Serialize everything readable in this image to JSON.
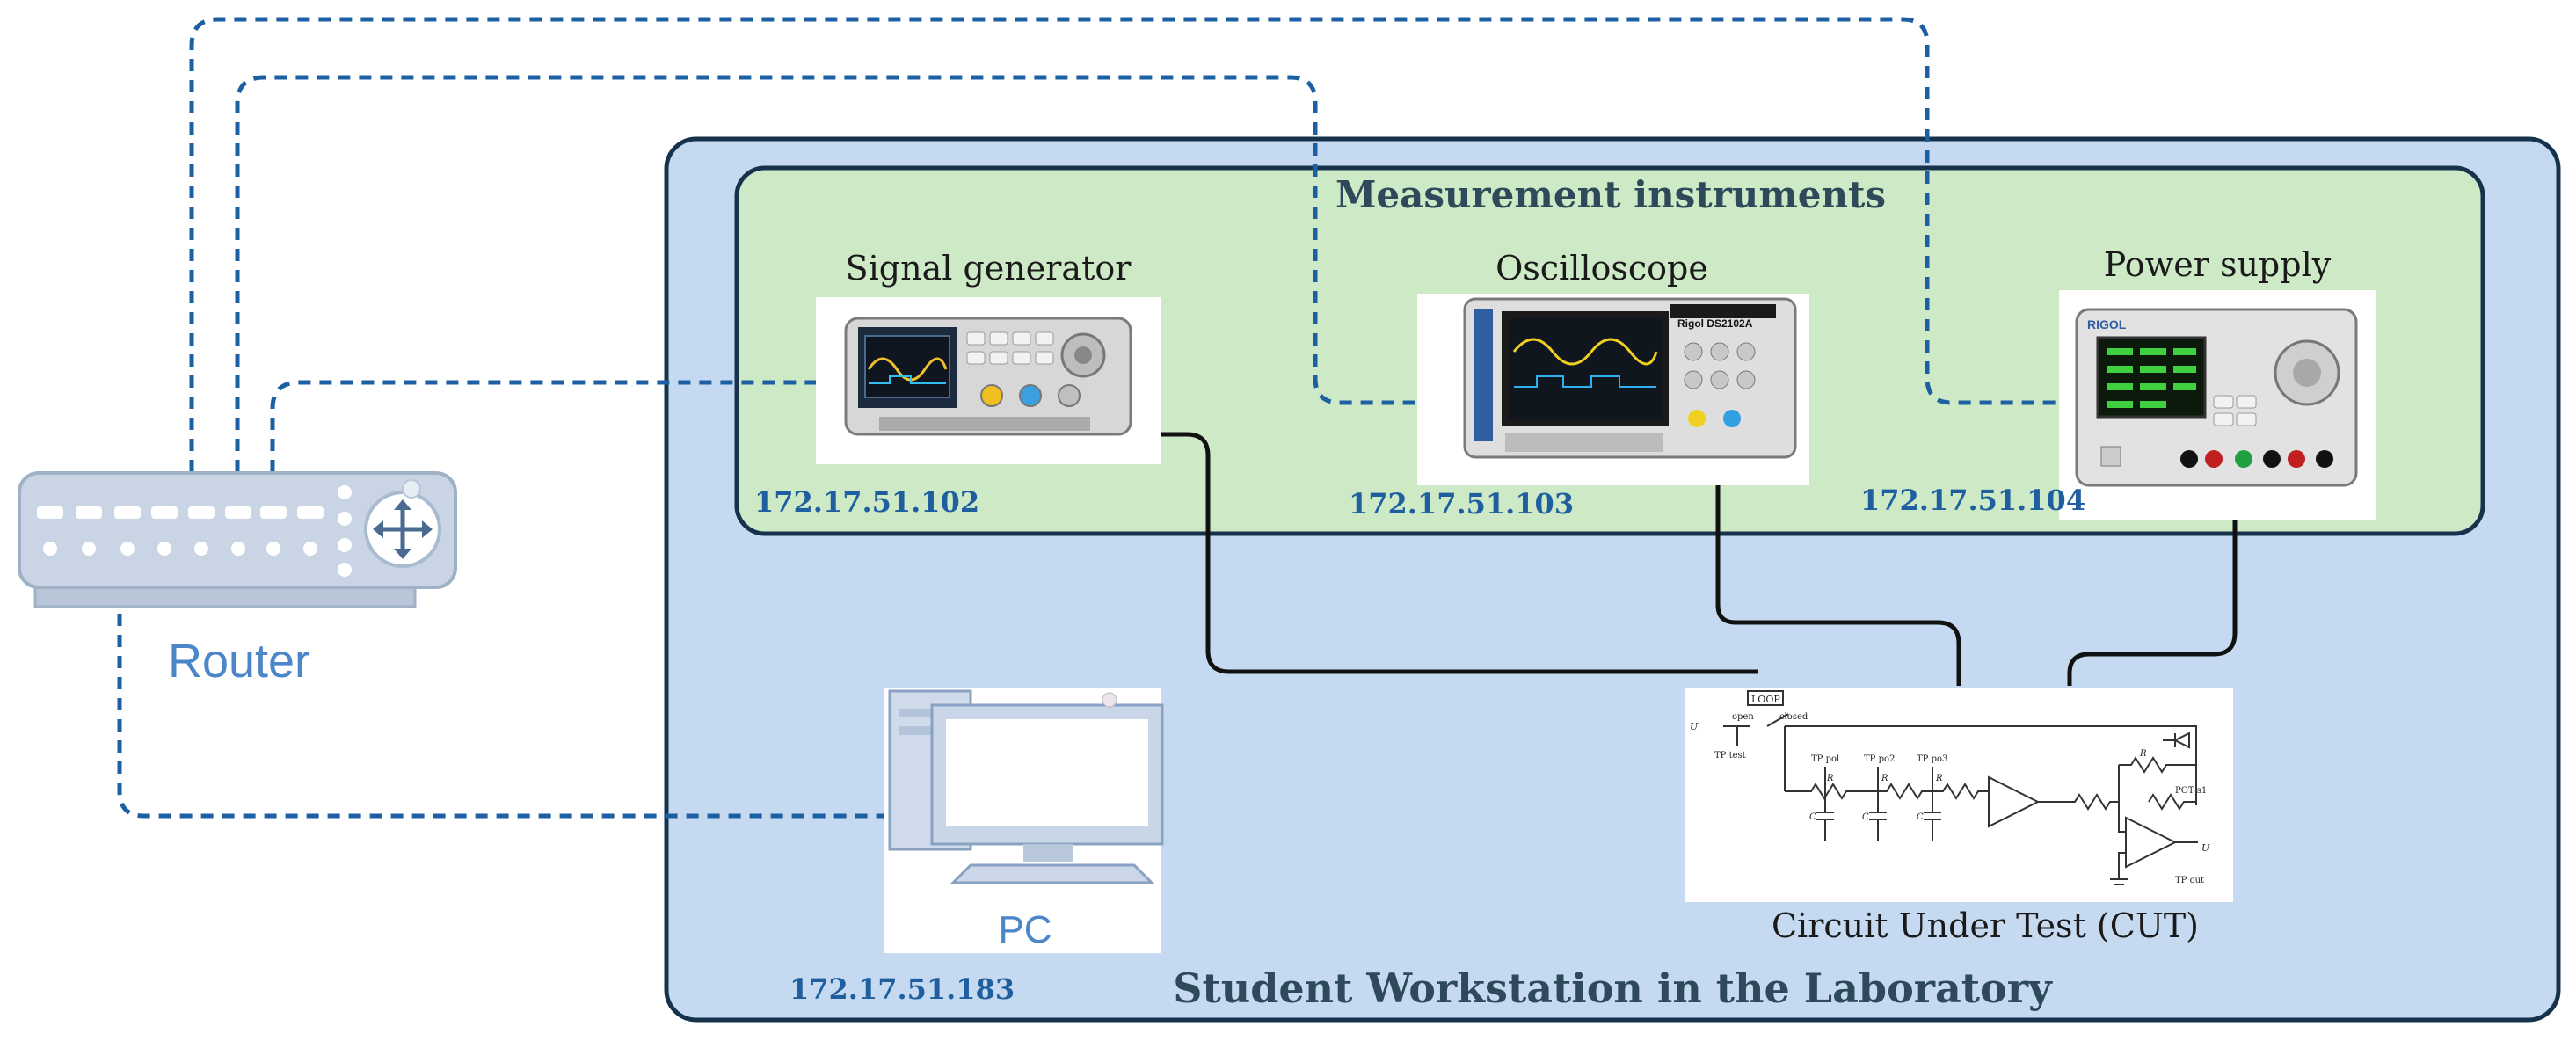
{
  "labels": {
    "workstation": "Student Workstation in the Laboratory",
    "measurement": "Measurement instruments",
    "signal_generator": "Signal generator",
    "oscilloscope": "Oscilloscope",
    "power_supply": "Power supply",
    "router": "Router",
    "pc": "PC",
    "cut": "Circuit Under Test (CUT)"
  },
  "ips": {
    "signal_generator": "172.17.51.102",
    "oscilloscope": "172.17.51.103",
    "power_supply": "172.17.51.104",
    "pc": "172.17.51.183"
  },
  "device_text": {
    "oscilloscope_brand": "Rigol DS2102A",
    "power_supply_brand": "RIGOL"
  },
  "circuit": {
    "loop": "LOOP",
    "open": "open",
    "closed": "closed",
    "u_in": "U",
    "tp_test": "TP test",
    "tp_pol": "TP pol",
    "tp_po2": "TP po2",
    "tp_po3": "TP po3",
    "r": "R",
    "c": "C",
    "r_fb": "R",
    "pot": "POT s1",
    "tp_out": "TP out",
    "u_out": "U"
  },
  "colors": {
    "workstation_fill": "#c5daf0",
    "measurement_fill": "#cde9c6",
    "border": "#17324d",
    "link": "#1d5fa3",
    "ip_text": "#1f5fa0",
    "label_text": "#1a1a1a",
    "router_text": "#4a86c8"
  }
}
